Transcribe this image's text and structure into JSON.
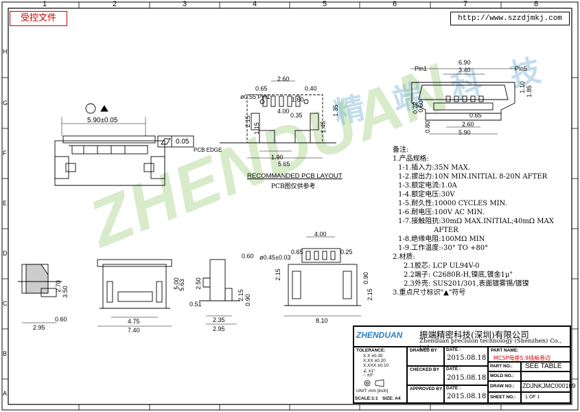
{
  "header": {
    "control_stamp": "受控文件",
    "url": "http://www.szzdjmkj.com"
  },
  "ruler": {
    "top": [
      "1",
      "2",
      "3",
      "4",
      "5",
      "6",
      "7",
      "8"
    ],
    "side": [
      "H",
      "G",
      "F",
      "E",
      "D",
      "C",
      "B",
      "A"
    ]
  },
  "watermark": {
    "brand": "ZHENDUAN",
    "cn": "精 端 科 技"
  },
  "dims": {
    "front_width": "5.90±0.05",
    "flatness": "0.05",
    "pcb_edge": "PCB EDGE",
    "pcb_a": "2.60",
    "pcb_b": "0.65",
    "pcb_c": "0.40",
    "pcb_d": "0.35",
    "pcb_e": "1.60",
    "pcb_f": "4.00",
    "pcb_g": "1.90",
    "pcb_h": "5.65",
    "pcb_i": "2.15",
    "pcb_j": "1.15",
    "pcb_k": "1.35",
    "pcb_l": "1.45",
    "pcb_hole": "ø0.55 Pin1",
    "pcb_title": "RECOMMANDED PCB LAYOUT",
    "pcb_sub": "PCB图仅供参考",
    "tr_pin1": "Pin1",
    "tr_pin5": "Pin5",
    "tr_a": "6.90",
    "tr_b": "3.40",
    "tr_c": "0.22",
    "tr_d": "0.60",
    "tr_e": "0.65",
    "tr_f": "2.60",
    "tr_g": "5.90",
    "tr_h": "0.80",
    "tr_i": "1.10",
    "tr_j": "1.85",
    "b_a": "4.75",
    "b_b": "7.40",
    "b_c": "5.00",
    "b_d": "5.63",
    "l_a": "2.95",
    "l_b": "0.60",
    "l_c": "2.70",
    "l_d": "3.50",
    "s_a": "2.35",
    "s_b": "2.95",
    "s_c": "0.60",
    "s_d": "0.51",
    "s_e": "2.50",
    "s_f": "2.15",
    "s_g": "0.90",
    "r_a": "4.00",
    "r_b": "0.65",
    "r_c": "0.25",
    "r_d": "ø0.45±0.03",
    "r_e": "2.15",
    "r_f": "8.10",
    "r_g": "0.90",
    "r_h": "2.15"
  },
  "notes": [
    "备注:",
    "1.产品规格:",
    "  1-1.插入力:35N MAX.",
    "  1-2.拔出力:10N MIN.INITIAL 8-20N AFTER",
    "  1-3.额定电流:1.0A",
    "  1-4.额定电压:30V",
    "  1-5.耐久性:10000 CYCLES MIN.",
    "  1-6.耐电压:100V AC MIN.",
    "  1-7.接触阻抗:30mΩ MAX.INITIAL;40mΩ MAX",
    "          AFTER",
    "  1-8.绝缘电阻:100MΩ MIN",
    "  1-9.工作温度:-30° TO +80°",
    "2.材质:",
    "    2.1胶芯: LCP UL94V-0",
    "    2.2端子: C2680R-H,镍底,镀金1μ\"",
    "    2.3外壳: SUS201/301,表面镀雾锡/镀镍",
    "3.重点尺寸标识\"▲\"符号"
  ],
  "title_block": {
    "company_cn": "振端精密科技(深圳)有限公司",
    "company_en": "Zhenduan precision technology (Shenzhen) Co., Ltd",
    "logo": "ZHENDUAN",
    "tolerance_label": "TOLERANCE:",
    "tol_rows": [
      "X.X    ±0.30",
      "X.XX   ±0.20",
      "X.XXX  ±0.10",
      "∠      ±1°",
      "○      ±3°"
    ],
    "unit": "UNIT: mm [inch]",
    "scale": "SCALE:1:1",
    "size": "SIZE: A4",
    "drawn_by": "DRAWED BY",
    "checked_by": "CHECKED BY",
    "approved_by": "APPROVED BY",
    "date_label": "DATE :",
    "date": "2015.08.18",
    "part_name_label": "PART NAME:",
    "part_name": "MC5P母座5.9插板卷边",
    "part_no_label": "PART NO.:",
    "part_no": "SEE TABLE",
    "mold_no_label": "MOLD NO.:",
    "draw_no_label": "DRAW NO.:",
    "draw_no": "ZDJNKJMC000109",
    "sheet_no_label": "SHEET NO.:",
    "sheet_no": "1 OF 1"
  }
}
